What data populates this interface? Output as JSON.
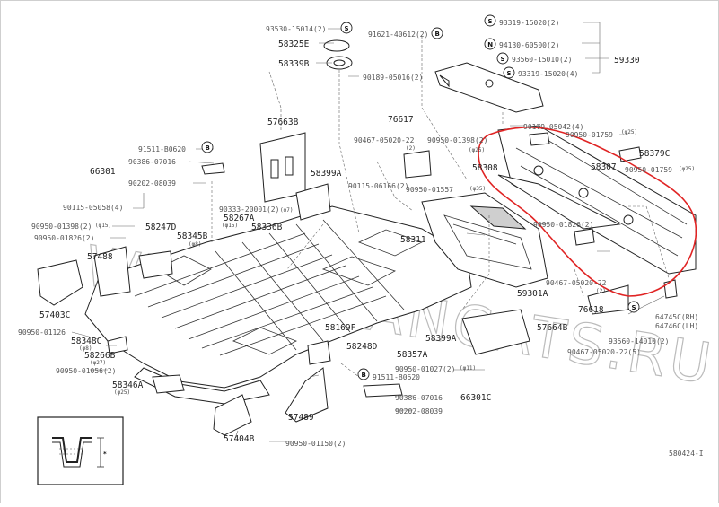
{
  "document_code": "580424-I",
  "watermark": "WWW.JAPANCATS.RU",
  "highlight_color": "#e02424",
  "labels": {
    "p93530": "93530-15014(2)",
    "p58325": "58325E",
    "p58339": "58339B",
    "p90189": "90189-05016(2)",
    "p91621": "91621-40612(2)",
    "p93319a": "93319-15020(2)",
    "p94130": "94130-60500(2)",
    "p93560a": "93560-15010(2)",
    "p93319b": "93319-15020(4)",
    "p59330": "59330",
    "p57663": "57663B",
    "p76617": "76617",
    "p90179": "90179-05042(4)",
    "p90467a": "90467-05020-22",
    "p90467a_q": "(2)",
    "p90950a": "90950-01398(2)",
    "p90950a_n": "(φ25)",
    "p90950b": "90950-01759",
    "p90950b_n": "(φ25)",
    "p58379": "58379C",
    "p91511a": "91511-B0620",
    "p90386a": "90386-07016",
    "p66301": "66301",
    "p90202a": "90202-08039",
    "p58399a": "58399A",
    "p58308": "58308",
    "p58307": "58307",
    "p90950c": "90950-01759",
    "p90950c_n": "(φ25)",
    "p90115b": "90115-06166(2)",
    "p90950d": "90950-01557",
    "p90950d_n": "(φ35)",
    "p90115a": "90115-05058(4)",
    "p90333": "90333-20001(2)",
    "p90333_n": "(φ7)",
    "p90950e": "90950-01398(2)",
    "p90950e_n": "(φ15)",
    "p90950f": "90950-01826(2)",
    "p58247": "58247D",
    "p58267a": "58267A",
    "p58267a_n": "(φ15)",
    "p58345": "58345B",
    "p58345_n": "(φ8)",
    "p58336": "58336B",
    "p58311": "58311",
    "p90950g": "90950-01826(2)",
    "p57488": "57488",
    "p57403": "57403C",
    "p59301": "59301A",
    "p90467b": "90467-05020-22",
    "p90467b_q": "(2)",
    "p76618": "76618",
    "p64745c": "64745C(RH)",
    "p64746c": "64746C(LH)",
    "p90950h": "90950-01126",
    "p58348": "58348C",
    "p58348_n": "(φ8)",
    "p58266": "58266B",
    "p58266_n": "(φ27)",
    "p90950i": "90950-01056(2)",
    "p58169": "58169F",
    "p58248": "58248D",
    "p58399b": "58399A",
    "p57664": "57664B",
    "p93560b": "93560-14010(2)",
    "p90467c": "90467-05020-22(5)",
    "p58357": "58357A",
    "p90950j": "90950-01027(2)",
    "p90950j_n": "(φ11)",
    "p58346": "58346A",
    "p58346_n": "(φ25)",
    "p91511b": "91511-B0620",
    "p90386b": "90386-07016",
    "p66301c": "66301C",
    "p90202b": "90202-08039",
    "p57489": "57489",
    "p57404": "57404B",
    "p90950k": "90950-01150(2)"
  },
  "symbols": {
    "s": "S",
    "n": "N",
    "b": "B"
  },
  "inset": {
    "mark": "*"
  }
}
